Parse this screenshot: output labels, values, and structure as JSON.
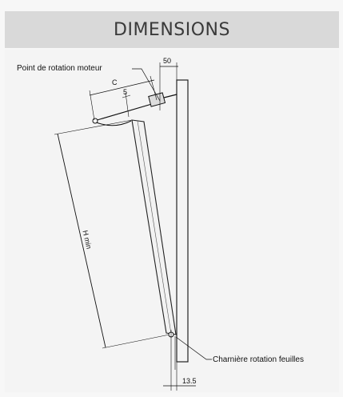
{
  "header": {
    "title": "DIMENSIONS"
  },
  "labels": {
    "motor_pivot": "Point de rotation moteur",
    "leaf_hinge": "Charnière rotation feuilles"
  },
  "dimensions": {
    "top_offset": "50",
    "c": "C",
    "small_offset": "5",
    "h_min": "H min",
    "bottom_offset": "13.5"
  }
}
